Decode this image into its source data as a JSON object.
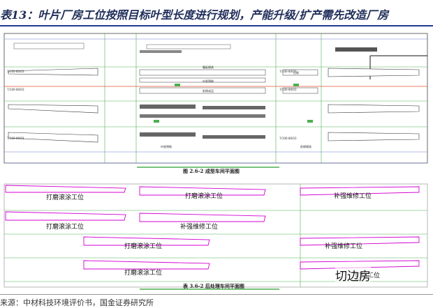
{
  "title": "表13：叶片厂房工位按照目标叶型长度进行规划，产能升级/扩产需先改造厂房",
  "figure_top": {
    "caption": "图 2.6-2 成型车间平面图",
    "small_labels": [
      "7/100-80/03",
      "7/100-80/03",
      "7/100-80/03",
      "7/100-80/03",
      "7/100-80/03",
      "7/100-80/03"
    ],
    "room_labels": [
      "腹板模具",
      "叶根预制",
      "前缘成品",
      "后缘",
      "叶根预制",
      "前缘模具"
    ]
  },
  "figure_bottom": {
    "caption": "表 3.6-2 后处理车间平面图",
    "labels": {
      "r1_left": "打磨滚涂工位",
      "r1_mid": "打磨滚涂工位",
      "r1_right": "补强维修工位",
      "r2_left": "打磨滚涂工位",
      "r2_mid": "补强维修工位",
      "r3_left": "打磨滚涂工位",
      "r3_right": "补强维修工位",
      "r4_left": "打磨滚涂工位",
      "r4_right": "切边工位",
      "cut_room": "切边房"
    }
  },
  "source": "来源：中材科技环境评价书，国金证券研究所",
  "colors": {
    "title": "#1f2d5a",
    "rule": "#1f3a8a",
    "blade": "#d400d4",
    "grid_green": "#4caf50",
    "grid_blue": "#6a7bd6",
    "axis_red": "#e05030"
  }
}
